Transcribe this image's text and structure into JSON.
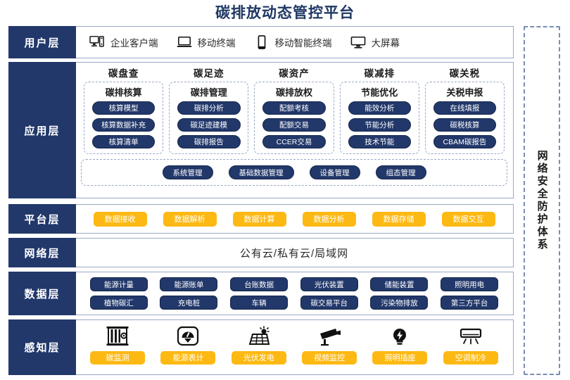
{
  "title": "碳排放动态管控平台",
  "security": {
    "label": "网络安全防护体系"
  },
  "layers": {
    "user": {
      "label": "用户层",
      "items": [
        {
          "icon": "desktop-tower-icon",
          "label": "企业客户端"
        },
        {
          "icon": "laptop-icon",
          "label": "移动终端"
        },
        {
          "icon": "smartphone-icon",
          "label": "移动智能终端"
        },
        {
          "icon": "large-screen-icon",
          "label": "大屏幕"
        }
      ]
    },
    "app": {
      "label": "应用层",
      "groups": [
        {
          "title": "碳盘查",
          "subtitle": "碳排核算",
          "items": [
            "核算模型",
            "核算数据补充",
            "核算清单"
          ]
        },
        {
          "title": "碳足迹",
          "subtitle": "碳排管理",
          "items": [
            "碳排分析",
            "碳足迹建模",
            "碳排报告"
          ]
        },
        {
          "title": "碳资产",
          "subtitle": "碳排放权",
          "items": [
            "配额考核",
            "配额交易",
            "CCER交易"
          ]
        },
        {
          "title": "碳减排",
          "subtitle": "节能优化",
          "items": [
            "能效分析",
            "节能分析",
            "技术节能"
          ]
        },
        {
          "title": "碳关税",
          "subtitle": "关税申报",
          "items": [
            "在线填报",
            "碳税核算",
            "CBAM碳报告"
          ]
        }
      ],
      "management": [
        "系统管理",
        "基础数据管理",
        "设备管理",
        "组态管理"
      ]
    },
    "platform": {
      "label": "平台层",
      "items": [
        "数据接收",
        "数据解析",
        "数据计算",
        "数据分析",
        "数据存储",
        "数据交互"
      ]
    },
    "network": {
      "label": "网络层",
      "text": "公有云/私有云/局域网"
    },
    "data": {
      "label": "数据层",
      "row1": [
        "能源计量",
        "能源账单",
        "台账数据",
        "光伏装置",
        "储能装置",
        "照明用电"
      ],
      "row2": [
        "植物碳汇",
        "充电桩",
        "车辆",
        "碳交易平台",
        "污染物排放",
        "第三方平台"
      ]
    },
    "sense": {
      "label": "感知层",
      "items": [
        {
          "icon": "carbon-monitor-icon",
          "label": "碳监测"
        },
        {
          "icon": "gauge-meter-icon",
          "label": "能源表计"
        },
        {
          "icon": "solar-panel-icon",
          "label": "光伏发电"
        },
        {
          "icon": "cctv-camera-icon",
          "label": "视频监控"
        },
        {
          "icon": "lightbulb-socket-icon",
          "label": "照明插座"
        },
        {
          "icon": "air-conditioner-icon",
          "label": "空调制冷"
        }
      ]
    }
  },
  "colors": {
    "navy": "#22386b",
    "yellow": "#fdb913",
    "title": "#1f3864",
    "border": "#9aa8c7"
  }
}
